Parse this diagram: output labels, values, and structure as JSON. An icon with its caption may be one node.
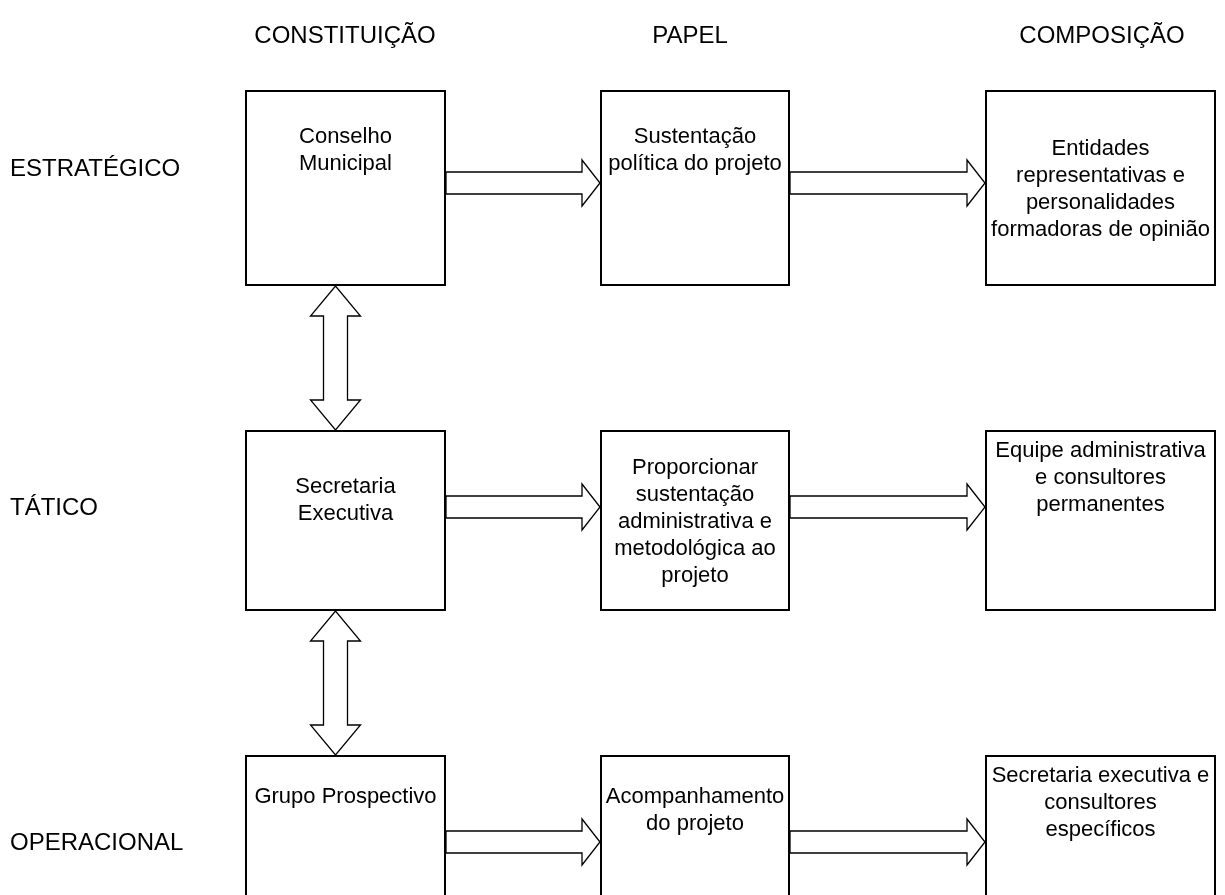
{
  "diagram": {
    "nodes": [
      {
        "text": [
          "Conselho Municipal"
        ]
      },
      {
        "text": [
          "Sustentação política do projeto"
        ]
      },
      {
        "text": [
          "Entidades representativas e personalidades formadoras de opinião"
        ]
      },
      {
        "text": [
          "Secretaria Executiva"
        ]
      },
      {
        "text": [
          "Proporcionar sustentação administrativa e metodológica ao projeto"
        ]
      },
      {
        "text": [
          "Equipe administrativa e consultores permanentes"
        ]
      },
      {
        "text": [
          "Grupo Prospectivo"
        ]
      },
      {
        "text": [
          "Acompanhamento do projeto"
        ]
      },
      {
        "text": [
          "Secretaria executiva e consultores específicos"
        ]
      }
    ],
    "edges": [
      {
        "from": 0,
        "to": 1,
        "arrow": "to"
      },
      {
        "from": 1,
        "to": 2,
        "arrow": "to"
      },
      {
        "from": 3,
        "to": 4,
        "arrow": "to"
      },
      {
        "from": 4,
        "to": 5,
        "arrow": "to"
      },
      {
        "from": 6,
        "to": 7,
        "arrow": "to"
      },
      {
        "from": 7,
        "to": 8,
        "arrow": "to"
      },
      {
        "from": 0,
        "to": 3,
        "arrow": "both"
      },
      {
        "from": 3,
        "to": 6,
        "arrow": "both"
      }
    ],
    "labels": [
      "CONSTITUIÇÃO",
      "PAPEL",
      "COMPOSIÇÃO",
      "ESTRATÉGICO",
      "TÁTICO",
      "OPERACIONAL"
    ]
  }
}
